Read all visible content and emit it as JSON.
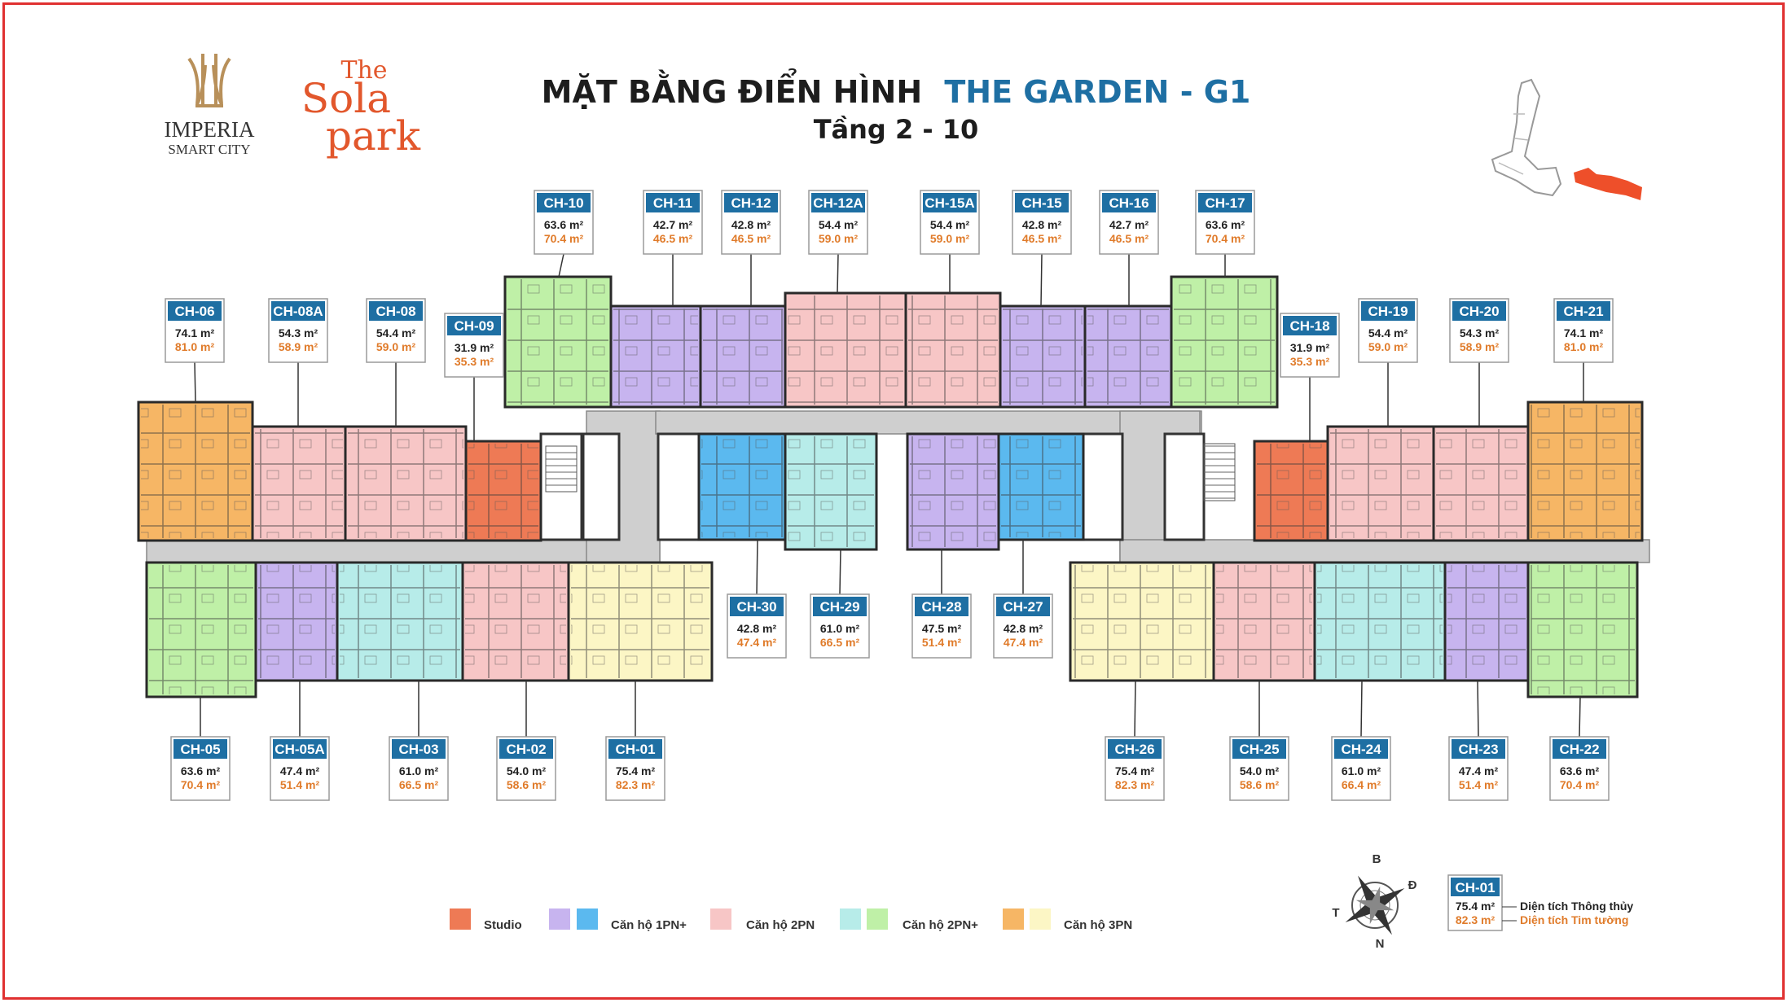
{
  "brand": {
    "imperia_line1": "IMPERIA",
    "imperia_line2": "SMART CITY",
    "sola_the": "The",
    "sola_sola": "Sola",
    "sola_park": "park"
  },
  "header": {
    "title_part1": "MẶT BẰNG ĐIỂN HÌNH",
    "title_part2": "THE GARDEN - G1",
    "subtitle": "Tầng 2 - 10"
  },
  "colors": {
    "studio": "#ee7a55",
    "one_purple": "#c7b4ef",
    "one_blue": "#5bb9ef",
    "two_pink": "#f7c6c6",
    "two_cyan": "#b7ece9",
    "two_green": "#bff0a7",
    "three_orange": "#f6b665",
    "three_yellow": "#fcf6c5",
    "accent_blue": "#1e6fa3",
    "area_orange": "#e07b2a"
  },
  "units": [
    {
      "id": "CH-10",
      "net": "63.6 m²",
      "gross": "70.4 m²"
    },
    {
      "id": "CH-11",
      "net": "42.7 m²",
      "gross": "46.5 m²"
    },
    {
      "id": "CH-12",
      "net": "42.8 m²",
      "gross": "46.5 m²"
    },
    {
      "id": "CH-12A",
      "net": "54.4 m²",
      "gross": "59.0 m²"
    },
    {
      "id": "CH-15A",
      "net": "54.4 m²",
      "gross": "59.0 m²"
    },
    {
      "id": "CH-15",
      "net": "42.8 m²",
      "gross": "46.5 m²"
    },
    {
      "id": "CH-16",
      "net": "42.7 m²",
      "gross": "46.5 m²"
    },
    {
      "id": "CH-17",
      "net": "63.6 m²",
      "gross": "70.4 m²"
    },
    {
      "id": "CH-06",
      "net": "74.1 m²",
      "gross": "81.0 m²"
    },
    {
      "id": "CH-08A",
      "net": "54.3 m²",
      "gross": "58.9 m²"
    },
    {
      "id": "CH-08",
      "net": "54.4 m²",
      "gross": "59.0 m²"
    },
    {
      "id": "CH-09",
      "net": "31.9 m²",
      "gross": "35.3 m²"
    },
    {
      "id": "CH-18",
      "net": "31.9 m²",
      "gross": "35.3 m²"
    },
    {
      "id": "CH-19",
      "net": "54.4 m²",
      "gross": "59.0 m²"
    },
    {
      "id": "CH-20",
      "net": "54.3 m²",
      "gross": "58.9 m²"
    },
    {
      "id": "CH-21",
      "net": "74.1 m²",
      "gross": "81.0 m²"
    },
    {
      "id": "CH-30",
      "net": "42.8 m²",
      "gross": "47.4 m²"
    },
    {
      "id": "CH-29",
      "net": "61.0 m²",
      "gross": "66.5 m²"
    },
    {
      "id": "CH-28",
      "net": "47.5 m²",
      "gross": "51.4 m²"
    },
    {
      "id": "CH-27",
      "net": "42.8 m²",
      "gross": "47.4 m²"
    },
    {
      "id": "CH-05",
      "net": "63.6 m²",
      "gross": "70.4 m²"
    },
    {
      "id": "CH-05A",
      "net": "47.4 m²",
      "gross": "51.4 m²"
    },
    {
      "id": "CH-03",
      "net": "61.0 m²",
      "gross": "66.5 m²"
    },
    {
      "id": "CH-02",
      "net": "54.0 m²",
      "gross": "58.6 m²"
    },
    {
      "id": "CH-01",
      "net": "75.4 m²",
      "gross": "82.3 m²"
    },
    {
      "id": "CH-26",
      "net": "75.4 m²",
      "gross": "82.3 m²"
    },
    {
      "id": "CH-25",
      "net": "54.0 m²",
      "gross": "58.6 m²"
    },
    {
      "id": "CH-24",
      "net": "61.0 m²",
      "gross": "66.4 m²"
    },
    {
      "id": "CH-23",
      "net": "47.4 m²",
      "gross": "51.4 m²"
    },
    {
      "id": "CH-22",
      "net": "63.6 m²",
      "gross": "70.4 m²"
    }
  ],
  "legend": {
    "studio": "Studio",
    "one_bed": "Căn hộ 1PN+",
    "two_bed": "Căn hộ 2PN",
    "two_bed_plus": "Căn hộ 2PN+",
    "three_bed": "Căn hộ 3PN"
  },
  "compass": {
    "n": "B",
    "e": "Đ",
    "w": "T",
    "s": "N"
  },
  "key": {
    "id": "CH-01",
    "net": "75.4 m²",
    "gross": "82.3 m²",
    "net_label": "Diện tích Thông thủy",
    "gross_label": "Diện tích Tim tường"
  }
}
